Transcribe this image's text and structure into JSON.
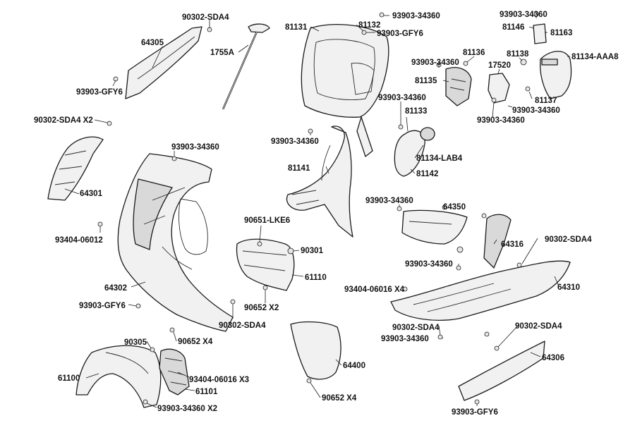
{
  "diagram_kind": "exploded parts diagram",
  "callouts": [
    "90302-SDA4",
    "64305",
    "93903-GFY6",
    "1755A",
    "90302-SDA4 X2",
    "64301",
    "93903-34360",
    "93404-06012",
    "64302",
    "93903-GFY6",
    "90302-SDA4",
    "90652 X4",
    "90305",
    "61100",
    "93404-06016 X3",
    "61101",
    "93903-34360 X2",
    "90651-LKE6",
    "90301",
    "61110",
    "90652 X2",
    "64400",
    "90652 X4",
    "81131",
    "93903-34360",
    "81132",
    "93903-GFY6",
    "93903-34360",
    "81141",
    "93903-34360",
    "81133",
    "81134-LAB4",
    "81142",
    "93903-34360",
    "81136",
    "81135",
    "17520",
    "93903-34360",
    "81146",
    "81163",
    "81138",
    "81134-AAA8",
    "81137",
    "93903-34360",
    "93903-34360",
    "93903-34360",
    "64350",
    "64316",
    "90302-SDA4",
    "93903-34360",
    "64310",
    "93404-06016 X4",
    "90302-SDA4",
    "93903-34360",
    "90302-SDA4",
    "64306",
    "93903-GFY6"
  ],
  "parts": [
    {
      "id": "64305"
    },
    {
      "id": "1755A"
    },
    {
      "id": "64301"
    },
    {
      "id": "64302"
    },
    {
      "id": "61100"
    },
    {
      "id": "61101"
    },
    {
      "id": "61110"
    },
    {
      "id": "64400"
    },
    {
      "id": "81131"
    },
    {
      "id": "81141"
    },
    {
      "id": "81142"
    },
    {
      "id": "81135"
    },
    {
      "id": "81163"
    },
    {
      "id": "81134-AAA8"
    },
    {
      "id": "64350"
    },
    {
      "id": "64316"
    },
    {
      "id": "64310"
    },
    {
      "id": "64306"
    }
  ]
}
